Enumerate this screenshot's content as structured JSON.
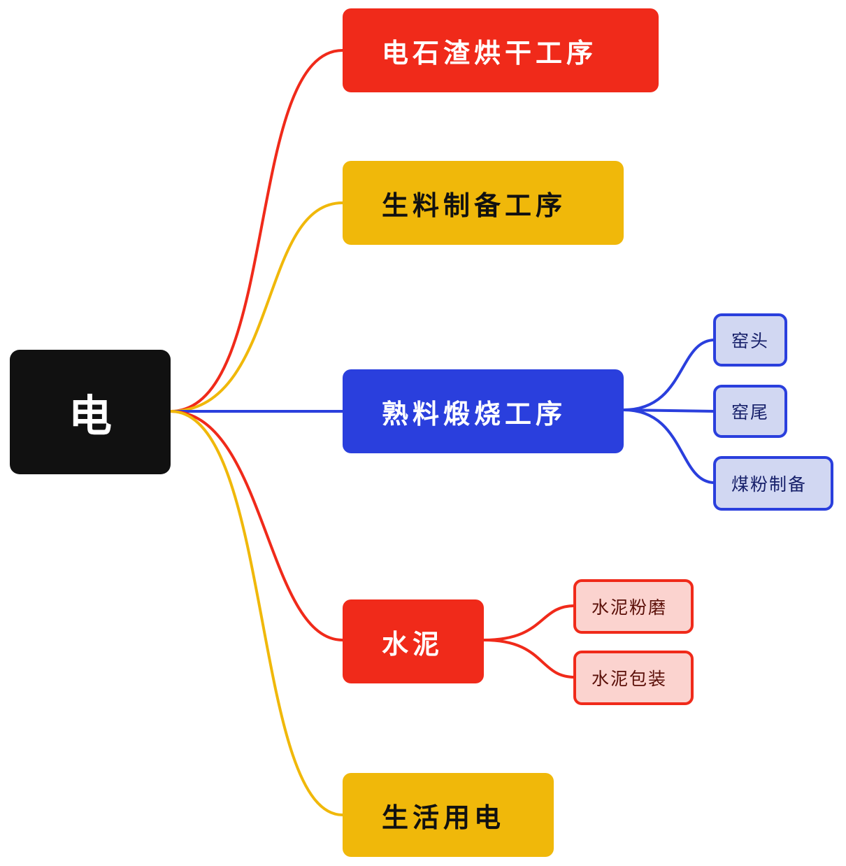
{
  "root": {
    "label": "电"
  },
  "branches": [
    {
      "id": "b1",
      "label": "电石渣烘干工序",
      "color": "red",
      "children": []
    },
    {
      "id": "b2",
      "label": "生料制备工序",
      "color": "yellow",
      "children": []
    },
    {
      "id": "b3",
      "label": "熟料煅烧工序",
      "color": "blue",
      "children": [
        {
          "label": "窑头"
        },
        {
          "label": "窑尾"
        },
        {
          "label": "煤粉制备"
        }
      ]
    },
    {
      "id": "b4",
      "label": "水泥",
      "color": "red",
      "children": [
        {
          "label": "水泥粉磨"
        },
        {
          "label": "水泥包装"
        }
      ]
    },
    {
      "id": "b5",
      "label": "生活用电",
      "color": "yellow",
      "children": []
    }
  ],
  "colors": {
    "red": "#f02a1a",
    "yellow": "#f0b80a",
    "blue": "#2a3fdd",
    "root": "#111111"
  }
}
